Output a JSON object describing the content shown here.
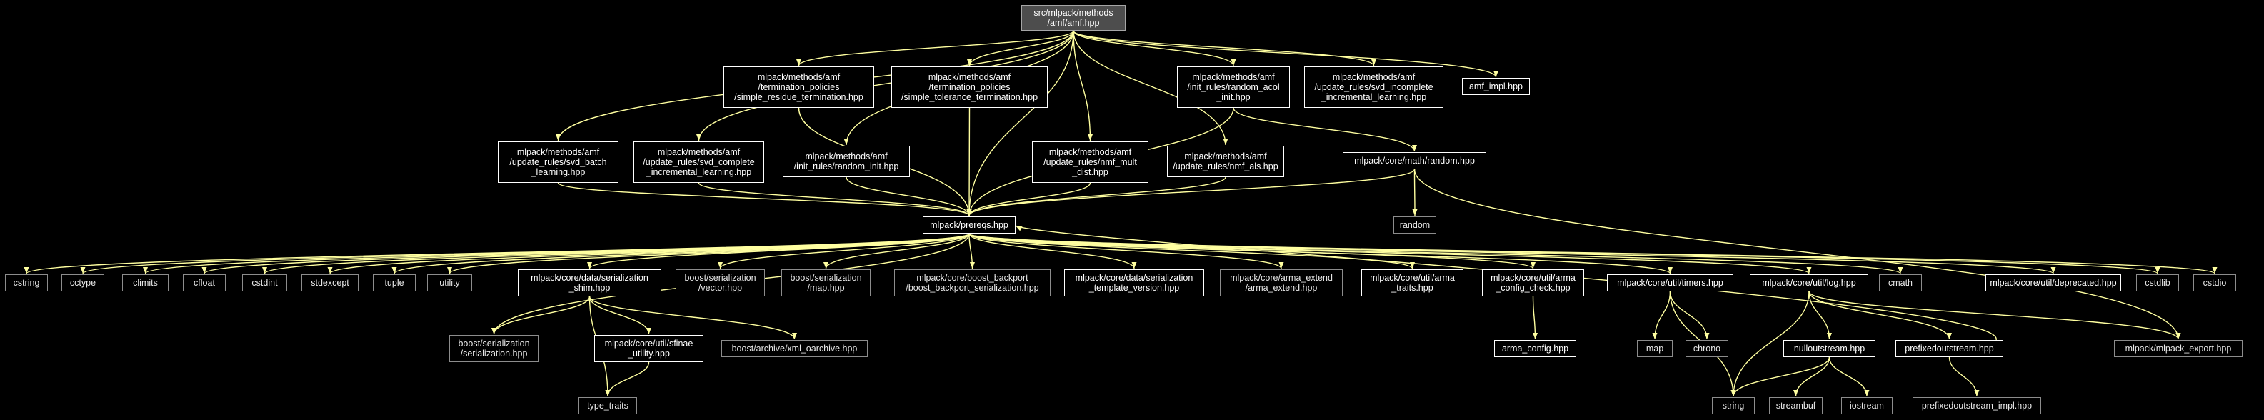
{
  "colors": {
    "background": "#000000",
    "edge": "#ffffa0",
    "node_text": "#ffffff",
    "root_fill": "#4d4d4d",
    "internal_border": "#ffffff",
    "external_border": "#8c8c8c"
  },
  "nodes": {
    "amf_hpp": "src/mlpack/methods\n/amf/amf.hpp",
    "simple_residue": "mlpack/methods/amf\n/termination_policies\n/simple_residue_termination.hpp",
    "simple_tolerance": "mlpack/methods/amf\n/termination_policies\n/simple_tolerance_termination.hpp",
    "random_acol": "mlpack/methods/amf\n/init_rules/random_acol\n_init.hpp",
    "svd_incomplete": "mlpack/methods/amf\n/update_rules/svd_incomplete\n_incremental_learning.hpp",
    "amf_impl": "amf_impl.hpp",
    "svd_batch": "mlpack/methods/amf\n/update_rules/svd_batch\n_learning.hpp",
    "svd_complete": "mlpack/methods/amf\n/update_rules/svd_complete\n_incremental_learning.hpp",
    "random_init": "mlpack/methods/amf\n/init_rules/random_init.hpp",
    "nmf_mult_dist": "mlpack/methods/amf\n/update_rules/nmf_mult\n_dist.hpp",
    "nmf_als": "mlpack/methods/amf\n/update_rules/nmf_als.hpp",
    "random_hpp": "mlpack/core/math/random.hpp",
    "random": "random",
    "prereqs": "mlpack/prereqs.hpp",
    "cstring": "cstring",
    "cctype": "cctype",
    "climits": "climits",
    "cfloat": "cfloat",
    "cstdint": "cstdint",
    "stdexcept": "stdexcept",
    "tuple": "tuple",
    "utility": "utility",
    "serialization_shim": "mlpack/core/data/serialization\n_shim.hpp",
    "boost_vector": "boost/serialization\n/vector.hpp",
    "boost_map": "boost/serialization\n/map.hpp",
    "boost_backport": "mlpack/core/boost_backport\n/boost_backport_serialization.hpp",
    "template_version": "mlpack/core/data/serialization\n_template_version.hpp",
    "arma_extend": "mlpack/core/arma_extend\n/arma_extend.hpp",
    "arma_traits": "mlpack/core/util/arma\n_traits.hpp",
    "arma_config_check": "mlpack/core/util/arma\n_config_check.hpp",
    "timers": "mlpack/core/util/timers.hpp",
    "log": "mlpack/core/util/log.hpp",
    "cmath": "cmath",
    "deprecated": "mlpack/core/util/deprecated.hpp",
    "cstdlib": "cstdlib",
    "cstdio": "cstdio",
    "boost_serialization": "boost/serialization\n/serialization.hpp",
    "sfinae_utility": "mlpack/core/util/sfinae\n_utility.hpp",
    "xml_oarchive": "boost/archive/xml_oarchive.hpp",
    "type_traits": "type_traits",
    "arma_config": "arma_config.hpp",
    "map": "map",
    "chrono": "chrono",
    "nulloutstream": "nulloutstream.hpp",
    "prefixedoutstream": "prefixedoutstream.hpp",
    "mlpack_export": "mlpack/mlpack_export.hpp",
    "string": "string",
    "streambuf": "streambuf",
    "iostream": "iostream",
    "prefixedoutstream_impl": "prefixedoutstream_impl.hpp"
  }
}
